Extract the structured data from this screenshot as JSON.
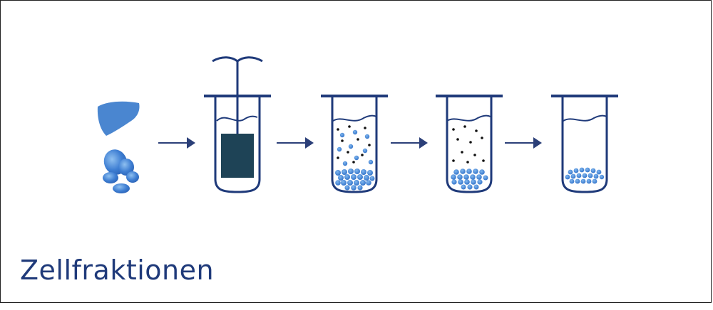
{
  "title": "Zellfraktionen",
  "colors": {
    "navy": "#1f3a7a",
    "arrow": "#2b3f78",
    "liver": "#4a86d0",
    "cell": "#3f7fd3",
    "dark_fill": "#1e4356",
    "dot_dark": "#111111"
  },
  "icons": [
    "liver-icon",
    "cells-icon",
    "homogenizer-tube",
    "arrow-icon",
    "test-tube"
  ]
}
